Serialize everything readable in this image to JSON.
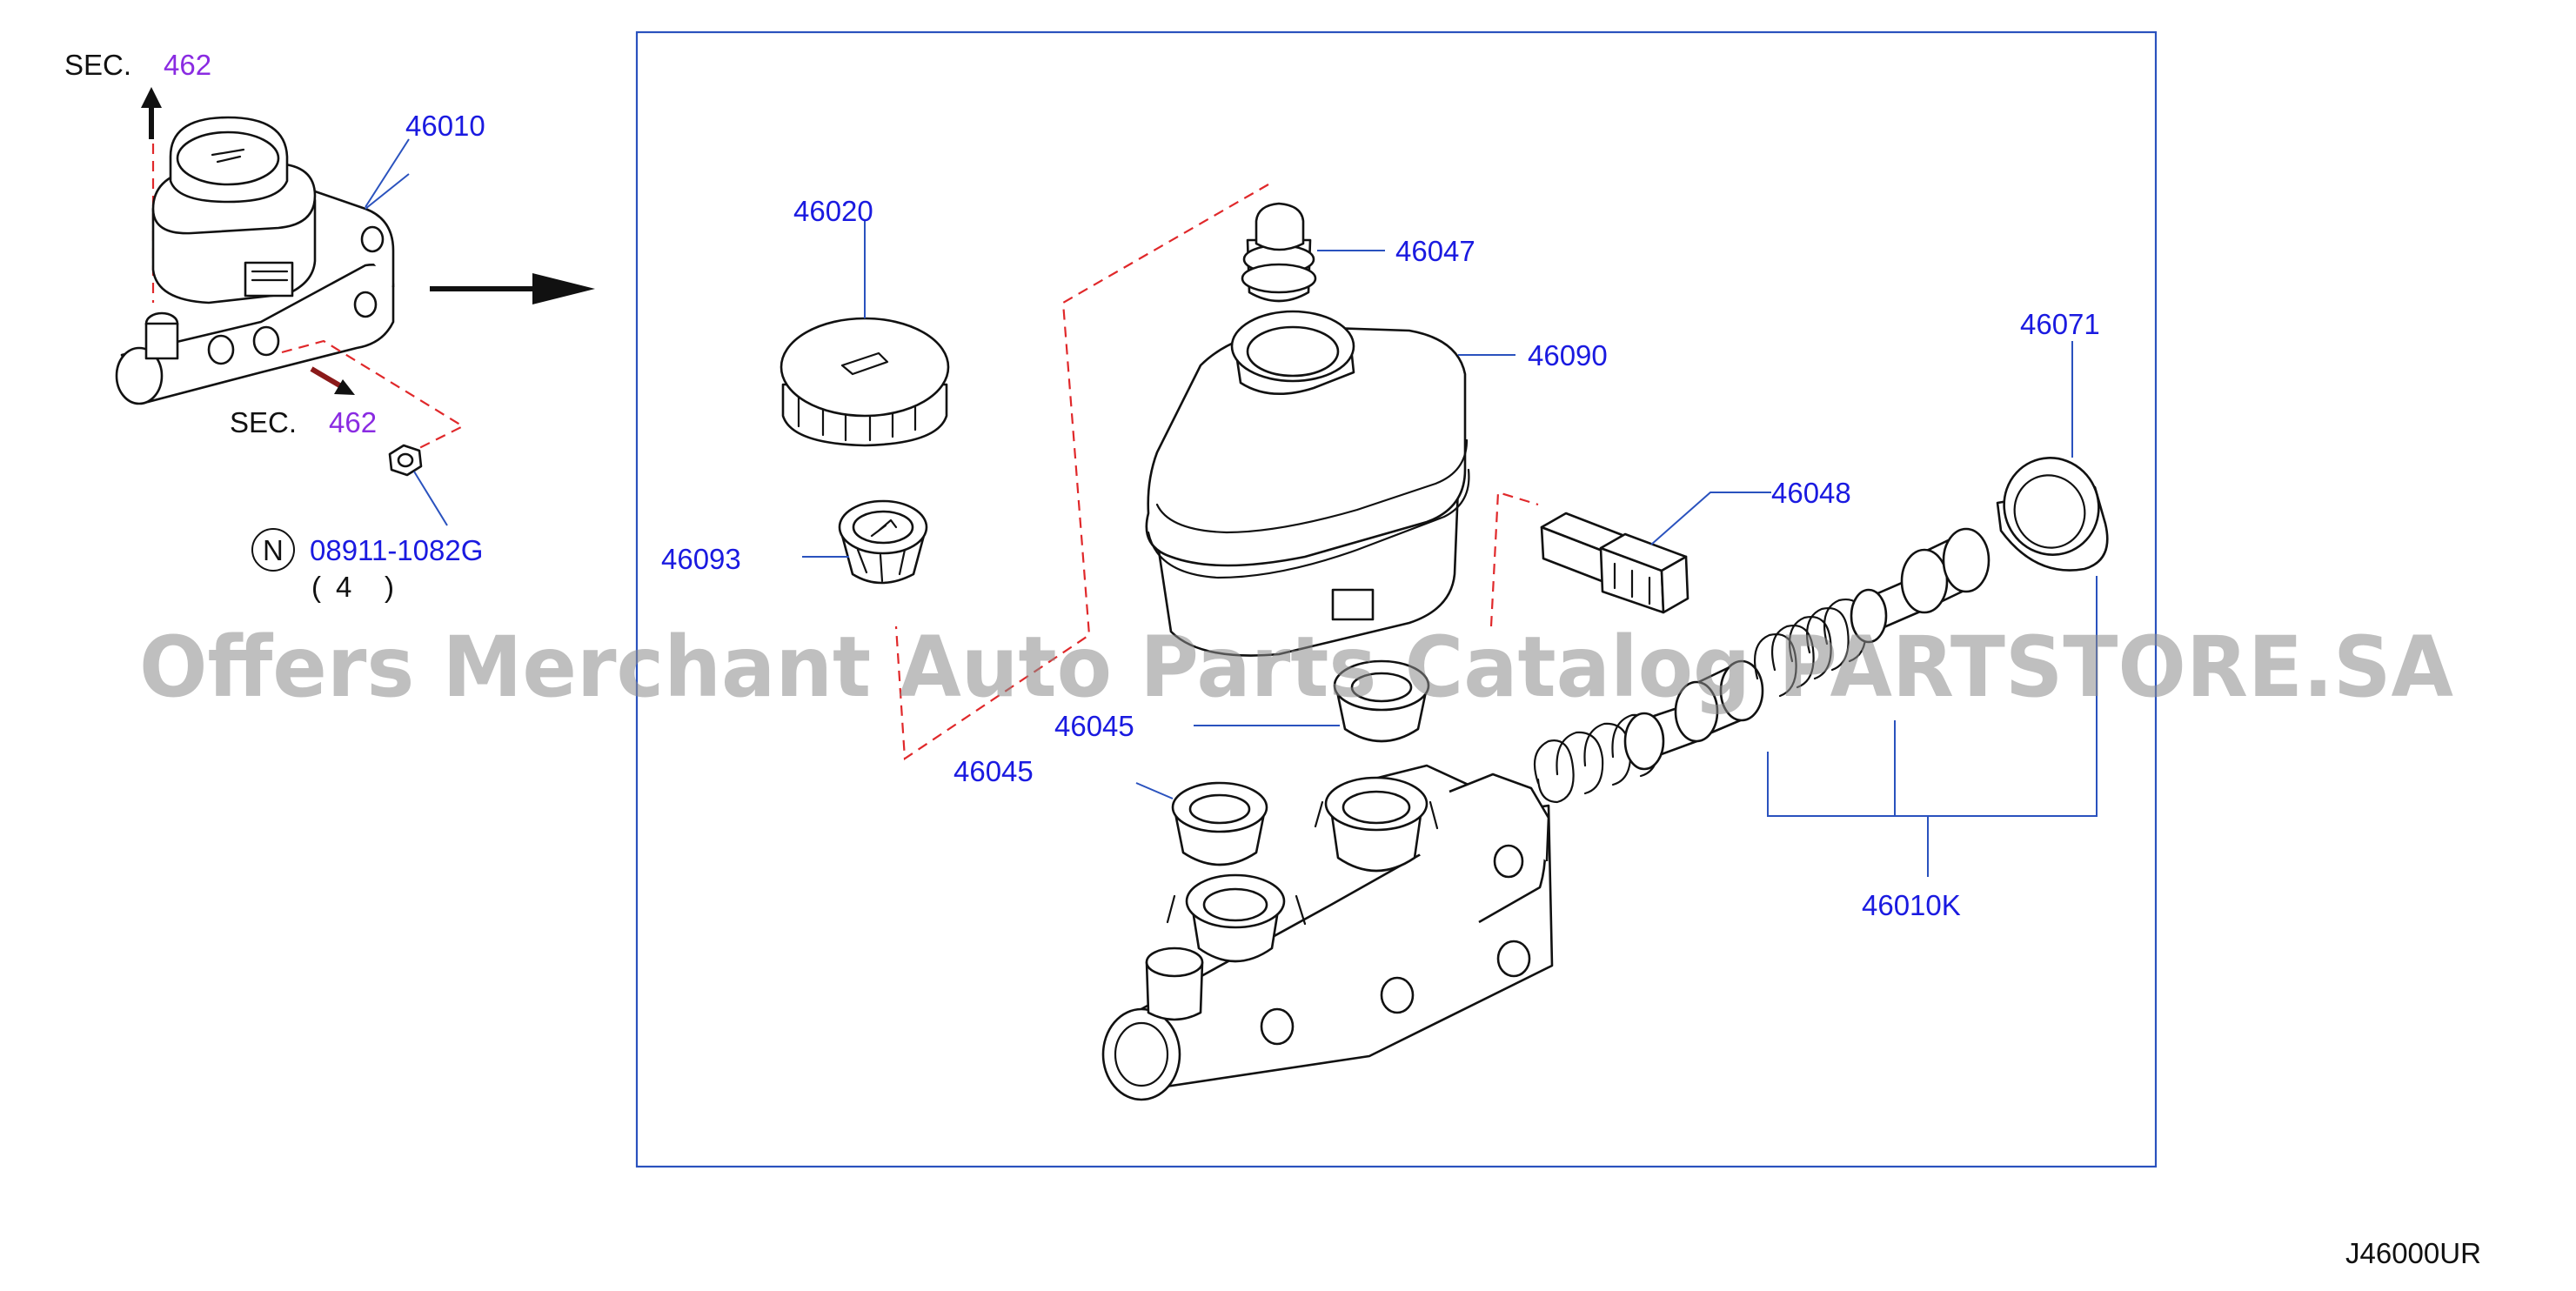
{
  "diagram": {
    "sec_top": {
      "prefix": "SEC.",
      "number": "462"
    },
    "sec_mid": {
      "prefix": "SEC.",
      "number": "462"
    },
    "assembly_label": "46010",
    "nut": {
      "badge": "N",
      "part": "08911-1082G",
      "qty_open": "(",
      "qty": "4",
      "qty_close": ")"
    },
    "parts": {
      "cap": "46020",
      "strainer": "46093",
      "plug": "46047",
      "reservoir": "46090",
      "connector": "46048",
      "grommet_upper": "46045",
      "grommet_lower": "46045",
      "ring": "46071",
      "piston_kit": "46010K"
    },
    "watermark": "Offers Merchant Auto Parts Catalog PARTSTORE.SA",
    "figure_code": "J46000UR",
    "colors": {
      "label_blue": "#1a1ae0",
      "section_purple": "#8a2be2",
      "leader_blue": "#2a52be",
      "dash_red": "#e0282a",
      "frame": "#2a52be"
    }
  }
}
